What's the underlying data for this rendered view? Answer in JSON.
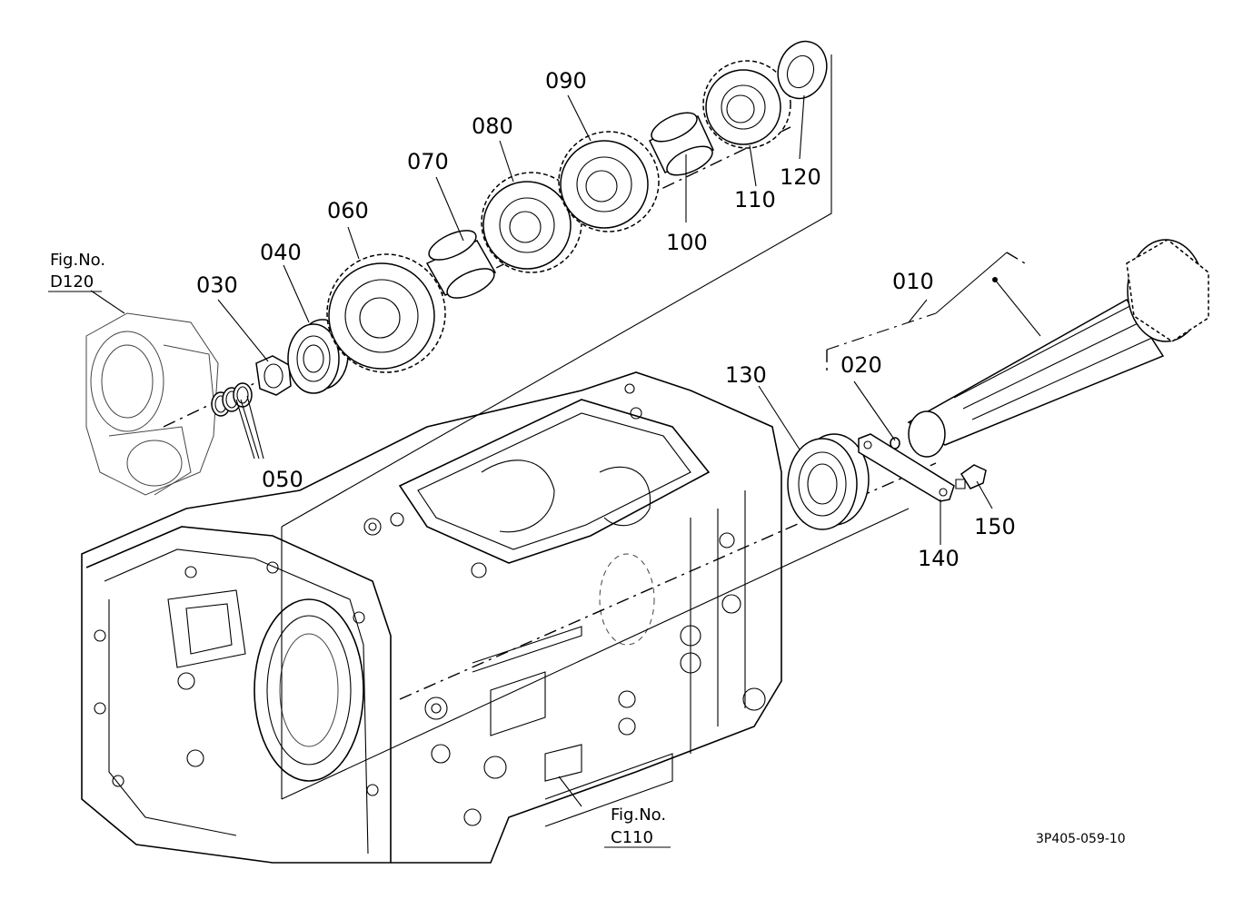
{
  "figure_refs": {
    "left": {
      "title": "Fig.No.",
      "number": "D120"
    },
    "bottom": {
      "title": "Fig.No.",
      "number": "C110"
    }
  },
  "drawing_number": "3P405-059-10",
  "parts": [
    {
      "id": "p010",
      "label": "010"
    },
    {
      "id": "p020",
      "label": "020"
    },
    {
      "id": "p030",
      "label": "030"
    },
    {
      "id": "p040",
      "label": "040"
    },
    {
      "id": "p050",
      "label": "050"
    },
    {
      "id": "p060",
      "label": "060"
    },
    {
      "id": "p070",
      "label": "070"
    },
    {
      "id": "p080",
      "label": "080"
    },
    {
      "id": "p090",
      "label": "090"
    },
    {
      "id": "p100",
      "label": "100"
    },
    {
      "id": "p110",
      "label": "110"
    },
    {
      "id": "p120",
      "label": "120"
    },
    {
      "id": "p130",
      "label": "130"
    },
    {
      "id": "p140",
      "label": "140"
    },
    {
      "id": "p150",
      "label": "150"
    }
  ]
}
